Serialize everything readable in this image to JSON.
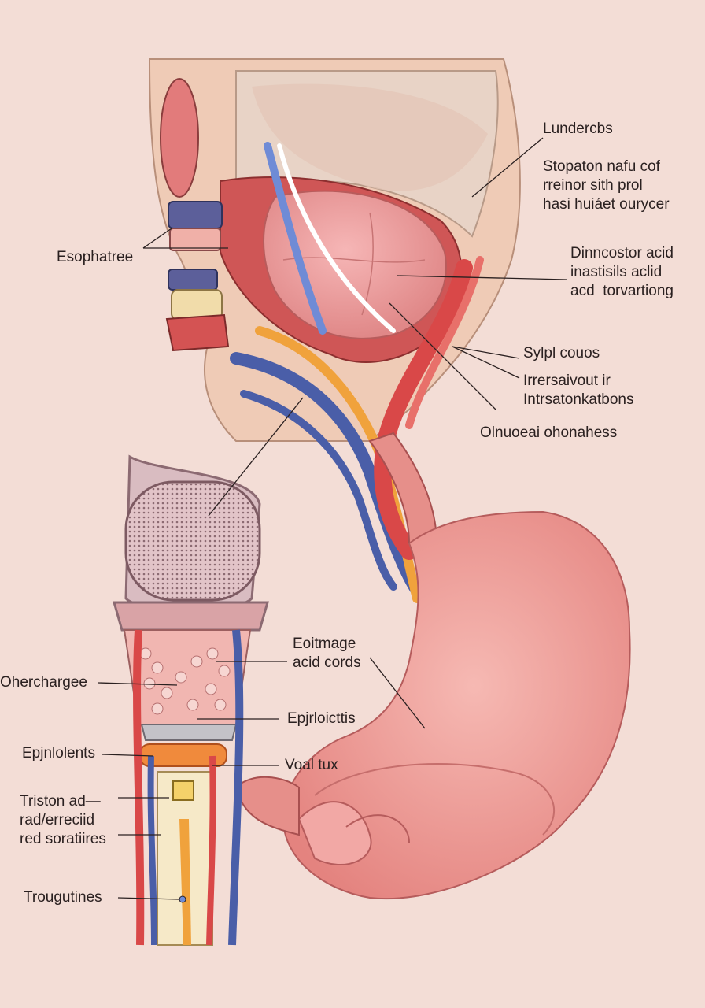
{
  "labels": {
    "top_right": "Lundercbs",
    "upper_right_block": "Stopaton nafu cof\nrreinor sith prol\nhasi huiáet ourycer",
    "mid_right_block": "Dinncostor acid\ninastisils aclid\nacd  torvartiong",
    "sylpl": "Sylpl couos",
    "irrersaint": "Irrersaivout ir\nIntrsatonkatbons",
    "olnuoeai": "Olnuoeai ohonahess",
    "esophatree": "Esophatree",
    "eoitmage": "Eoitmage\nacid cords",
    "oherchargee": "Oherchargee",
    "epjrloicttis": "Epjrloicttis",
    "epjnlolents": "Epjnlolents",
    "voal_tux": "Voal tux",
    "triston": "Triston ad—\nrad/erreciid\nred soratiires",
    "trougutines": "Trougutines"
  },
  "colors": {
    "background": "#f3ddd6",
    "stomach": "#ec9c98",
    "artery": "#d94848",
    "vein": "#4a5ea8",
    "nerve": "#f0a23c",
    "bone": "#e8c9ae"
  }
}
